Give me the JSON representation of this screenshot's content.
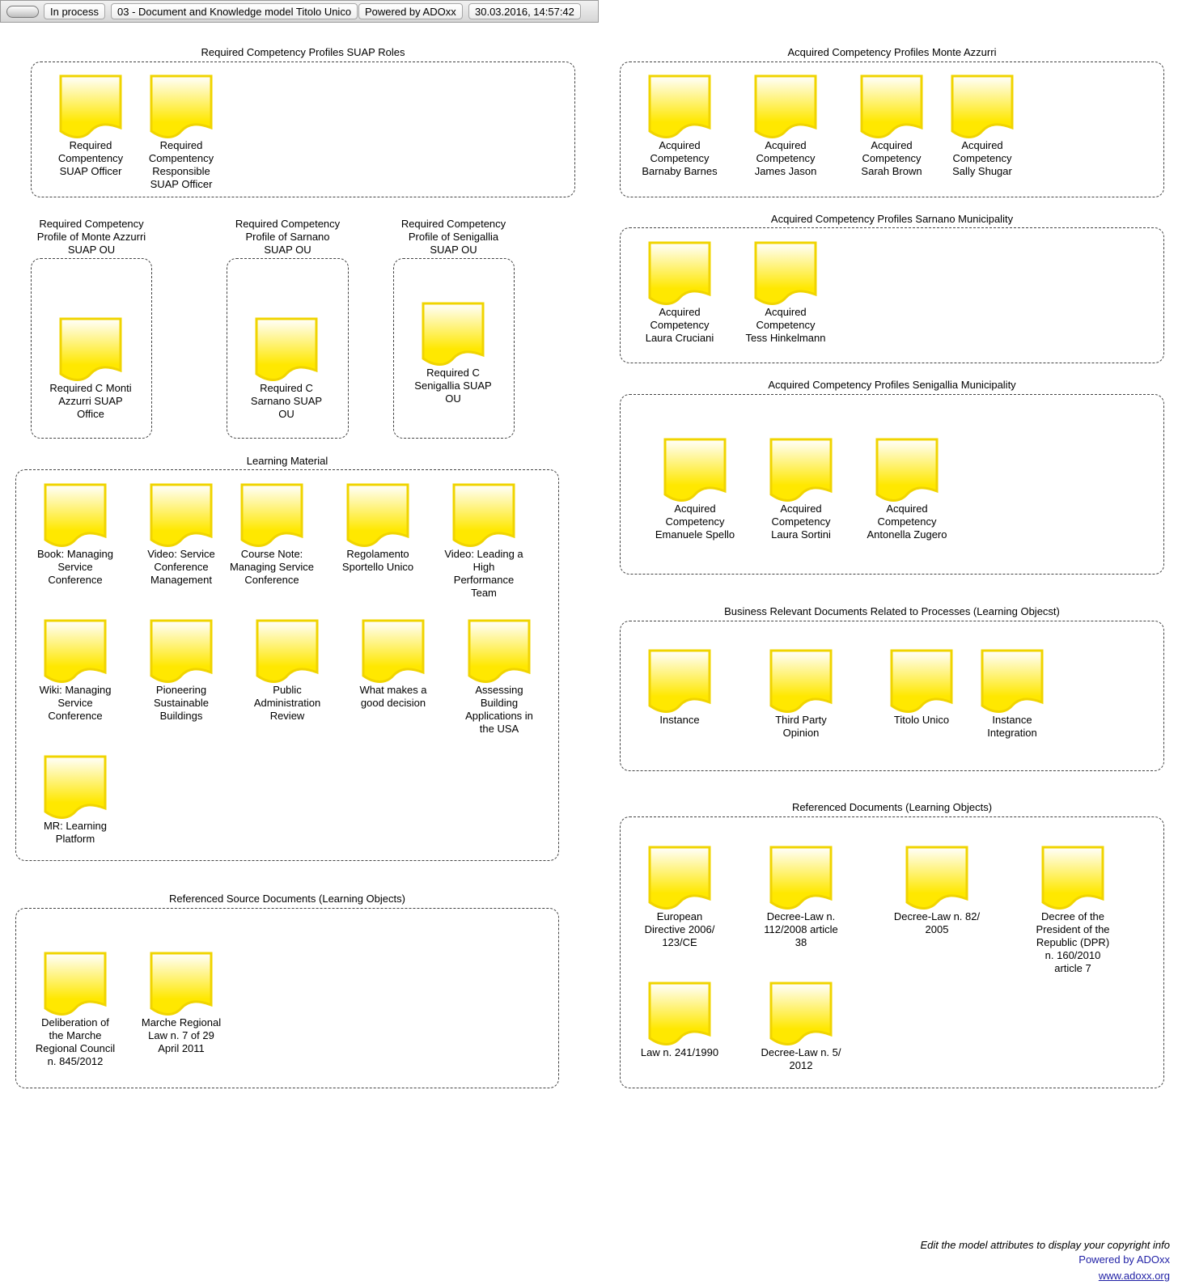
{
  "toolbar": {
    "status": "In process",
    "model_name": "03 - Document and Knowledge model Titolo Unico",
    "powered": "Powered by ADOxx",
    "timestamp": "30.03.2016, 14:57:42"
  },
  "groups": [
    {
      "title": "Required Competency Profiles SUAP Roles",
      "items": [
        {
          "label": "Required\nCompentency\nSUAP Officer"
        },
        {
          "label": "Required\nCompentency\nResponsible\nSUAP Officer"
        }
      ]
    },
    {
      "title": "Required Competency\nProfile of Monte Azzurri\nSUAP OU",
      "items": [
        {
          "label": "Required C Monti\nAzzurri SUAP\nOffice"
        }
      ]
    },
    {
      "title": "Required Competency\nProfile of Sarnano\nSUAP OU",
      "items": [
        {
          "label": "Required C\nSarnano SUAP\nOU"
        }
      ]
    },
    {
      "title": "Required Competency\nProfile of Senigallia\nSUAP OU",
      "items": [
        {
          "label": "Required C\nSenigallia SUAP\nOU"
        }
      ]
    },
    {
      "title": "Learning Material",
      "items": [
        {
          "label": "Book: Managing\nService\nConference"
        },
        {
          "label": "Video: Service\nConference\nManagement"
        },
        {
          "label": "Course Note:\nManaging Service\nConference"
        },
        {
          "label": "Regolamento\nSportello Unico"
        },
        {
          "label": "Video: Leading a\nHigh\nPerformance\nTeam"
        },
        {
          "label": "Wiki: Managing\nService\nConference"
        },
        {
          "label": "Pioneering\nSustainable\nBuildings"
        },
        {
          "label": "Public\nAdministration\nReview"
        },
        {
          "label": "What makes a\ngood decision"
        },
        {
          "label": "Assessing\nBuilding\nApplications in\nthe USA"
        },
        {
          "label": "MR: Learning\nPlatform"
        }
      ]
    },
    {
      "title": "Referenced Source Documents (Learning Objects)",
      "items": [
        {
          "label": "Deliberation of\nthe Marche\nRegional Council\nn. 845/2012"
        },
        {
          "label": "Marche Regional\nLaw n. 7 of 29\nApril 2011"
        }
      ]
    },
    {
      "title": "Acquired Competency Profiles Monte Azzurri",
      "items": [
        {
          "label": "Acquired\nCompetency\nBarnaby Barnes"
        },
        {
          "label": "Acquired\nCompetency\nJames Jason"
        },
        {
          "label": "Acquired\nCompetency\nSarah Brown"
        },
        {
          "label": "Acquired\nCompetency\nSally Shugar"
        }
      ]
    },
    {
      "title": "Acquired Competency Profiles Sarnano Municipality",
      "items": [
        {
          "label": "Acquired\nCompetency\nLaura Cruciani"
        },
        {
          "label": "Acquired\nCompetency\nTess Hinkelmann"
        }
      ]
    },
    {
      "title": "Acquired Competency Profiles Senigallia Municipality",
      "items": [
        {
          "label": "Acquired\nCompetency\nEmanuele Spello"
        },
        {
          "label": "Acquired\nCompetency\nLaura Sortini"
        },
        {
          "label": "Acquired\nCompetency\nAntonella Zugero"
        }
      ]
    },
    {
      "title": "Business Relevant Documents Related to Processes (Learning Objecst)",
      "items": [
        {
          "label": "Instance"
        },
        {
          "label": "Third Party\nOpinion"
        },
        {
          "label": "Titolo Unico"
        },
        {
          "label": "Instance\nIntegration"
        }
      ]
    },
    {
      "title": "Referenced Documents (Learning Objects)",
      "items": [
        {
          "label": "European\nDirective 2006/\n123/CE"
        },
        {
          "label": "Decree-Law n.\n112/2008 article\n38"
        },
        {
          "label": "Decree-Law n. 82/\n2005"
        },
        {
          "label": "Decree of the\nPresident of the\nRepublic (DPR)\nn. 160/2010\narticle 7"
        },
        {
          "label": "Law n. 241/1990"
        },
        {
          "label": "Decree-Law n. 5/\n2012"
        }
      ]
    }
  ],
  "footer": {
    "copyright": "Edit the model attributes to display your copyright info",
    "powered": "Powered by ADOxx",
    "site": "www.adoxx.org"
  },
  "colors": {
    "doc_fill_top": "#ffffff",
    "doc_fill_bottom": "#ffe800",
    "doc_stroke": "#f0d400",
    "link": "#1f1fa5"
  }
}
